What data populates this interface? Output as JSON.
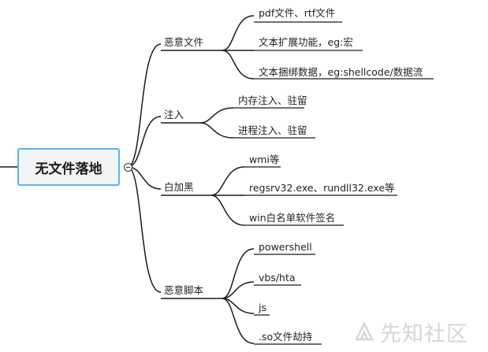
{
  "root": {
    "label": "无文件落地"
  },
  "branches": [
    {
      "label": "恶意文件",
      "children": [
        "pdf文件、rtf文件",
        "文本扩展功能，eg:宏",
        "文本捆绑数据，eg:shellcode/数据流"
      ]
    },
    {
      "label": "注入",
      "children": [
        "内存注入、驻留",
        "进程注入、驻留"
      ]
    },
    {
      "label": "白加黑",
      "children": [
        "wmi等",
        "regsrv32.exe、rundll32.exe等",
        "win白名单软件签名"
      ]
    },
    {
      "label": "恶意脚本",
      "children": [
        "powershell",
        "vbs/hta",
        "js",
        ".so文件劫持"
      ]
    }
  ],
  "watermark": {
    "text": "先知社区",
    "icon": "xianzhi-logo-icon"
  },
  "colors": {
    "root_border": "#58b4f0",
    "root_fill": "#f3f4f5",
    "line": "#1a1a1a",
    "watermark": "#b5b5b5"
  }
}
